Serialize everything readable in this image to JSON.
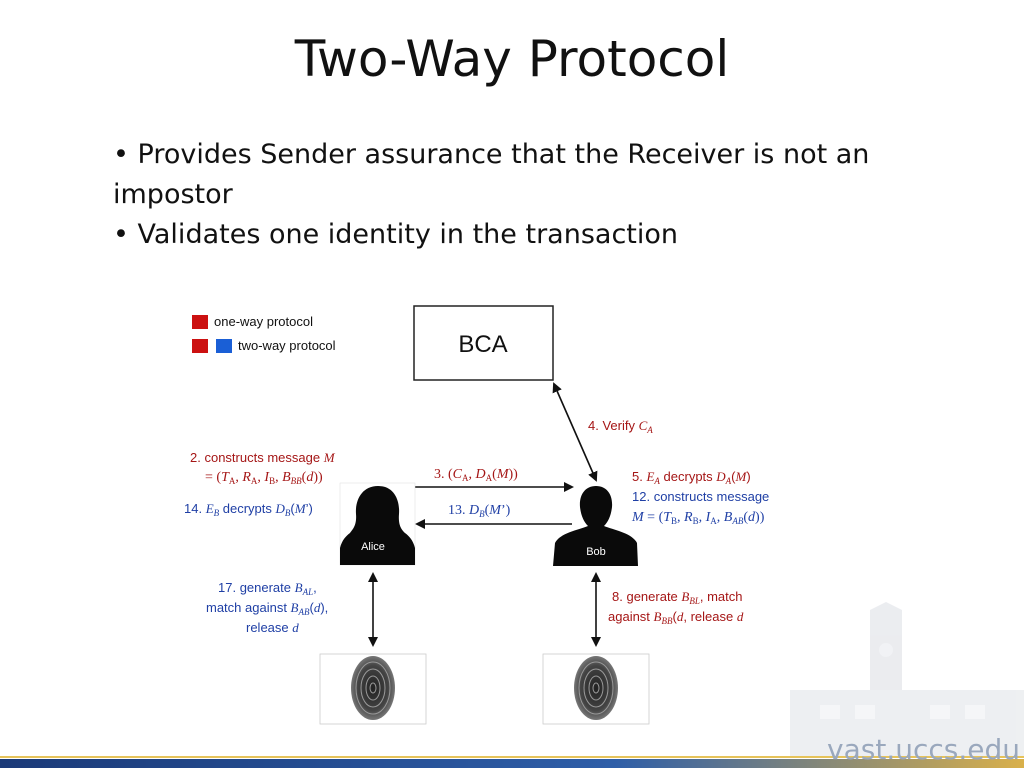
{
  "slide": {
    "title": "Two-Way Protocol",
    "bullets": [
      "Provides Sender assurance that the Receiver is not an impostor",
      "Validates one identity in the transaction"
    ],
    "footer_site": "vast.uccs.edu"
  },
  "diagram": {
    "legend": {
      "one_way": "one-way protocol",
      "two_way": "two-way protocol"
    },
    "bca_label": "BCA",
    "alice_label": "Alice",
    "bob_label": "Bob",
    "colors": {
      "one_way": "#cc1111",
      "two_way": "#1a5fd6",
      "text_red": "#a51616",
      "text_blue": "#1f3fa5"
    },
    "steps": {
      "s2_line1_num": "2. ",
      "s2_line1_text": "constructs message ",
      "s2_line1_var": "M",
      "s2_line2": "= (T_A, R_A, I_B, B_BB(d))",
      "s3": "3. (C_A, D_A(M))",
      "s4_num": "4. ",
      "s4_text": "Verify ",
      "s4_var": "C_A",
      "s5_num": "5. ",
      "s5_text": " decrypts ",
      "s12_num": "12. ",
      "s12_text": "constructs message",
      "s12_line2": "M = (T_B, R_B, I_A, B_AB(d))",
      "s13": "13. D_B(M')",
      "s14_num": "14. ",
      "s14_text": " decrypts ",
      "s17_num": "17. ",
      "s17_text": "generate ",
      "s17_line2": "match against ",
      "s17_line3": "release ",
      "s8_num": "8. ",
      "s8_text": "generate ",
      "s8_text2": " match",
      "s8_line2": "against ",
      "s8_line2b": ", release "
    }
  }
}
